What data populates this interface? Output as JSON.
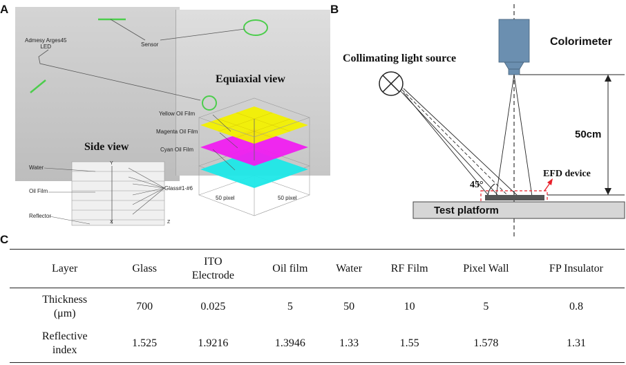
{
  "panels": {
    "a": "A",
    "b": "B",
    "c": "C"
  },
  "panel_a": {
    "led_label": "Admesy Arges45\nLED",
    "sensor_label": "Sensor",
    "equiaxial_title": "Equiaxial view",
    "side_title": "Side view",
    "yellow_film": "Yellow Oil Film",
    "magenta_film": "Magenta Oil Film",
    "cyan_film": "Cyan Oil Film",
    "pixel_left": "50 pixel",
    "pixel_right": "50 pixel",
    "water": "Water",
    "oil_film": "Oil Film",
    "reflector": "Reflector",
    "glass": "Glass#1-#6",
    "axis_y": "Y",
    "axis_z": "Z",
    "axis_x": "X",
    "colors": {
      "yellow": "#f2f000",
      "magenta": "#f01ef0",
      "cyan": "#1ee8e8",
      "background": "#c9c9c9",
      "highlight": "#4ccd4c"
    }
  },
  "panel_b": {
    "colorimeter": "Colorimeter",
    "light_source": "Collimating light source",
    "distance": "50cm",
    "angle": "45°",
    "efd_device": "EFD device",
    "test_platform": "Test platform",
    "colors": {
      "colorimeter": "#6b8fb0",
      "platform": "#d6d6d6",
      "efd_box": "#e8202a"
    }
  },
  "table": {
    "headers": [
      "Layer",
      "Glass",
      "ITO Electrode",
      "Oil film",
      "Water",
      "RF Film",
      "Pixel Wall",
      "FP Insulator"
    ],
    "rows": [
      {
        "label": "Thickness (μm)",
        "values": [
          "700",
          "0.025",
          "5",
          "50",
          "10",
          "5",
          "0.8"
        ]
      },
      {
        "label": "Reflective index",
        "values": [
          "1.525",
          "1.9216",
          "1.3946",
          "1.33",
          "1.55",
          "1.578",
          "1.31"
        ]
      }
    ]
  }
}
